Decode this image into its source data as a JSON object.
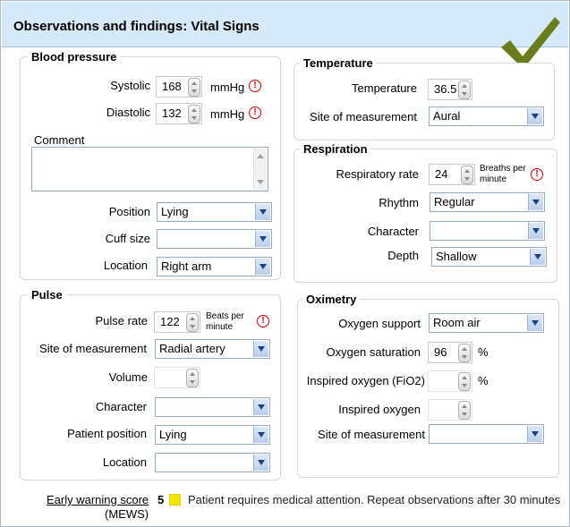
{
  "header": {
    "title": "Observations and findings: Vital Signs",
    "status_icon": "checkmark-icon",
    "accent": "#6a7d1d"
  },
  "blood_pressure": {
    "legend": "Blood pressure",
    "systolic_label": "Systolic",
    "systolic_value": "168",
    "systolic_unit": "mmHg",
    "diastolic_label": "Diastolic",
    "diastolic_value": "132",
    "diastolic_unit": "mmHg",
    "comment_label": "Comment",
    "comment_value": "",
    "position_label": "Position",
    "position_value": "Lying",
    "cuff_label": "Cuff size",
    "cuff_value": "",
    "location_label": "Location",
    "location_value": "Right arm"
  },
  "pulse": {
    "legend": "Pulse",
    "rate_label": "Pulse rate",
    "rate_value": "122",
    "rate_unit_1": "Beats per",
    "rate_unit_2": "minute",
    "site_label": "Site of measurement",
    "site_value": "Radial artery",
    "volume_label": "Volume",
    "volume_value": "",
    "character_label": "Character",
    "character_value": "",
    "position_label": "Patient position",
    "position_value": "Lying",
    "location_label": "Location",
    "location_value": ""
  },
  "temperature": {
    "legend": "Temperature",
    "temp_label": "Temperature",
    "temp_value": "36.5",
    "site_label": "Site of measurement",
    "site_value": "Aural"
  },
  "respiration": {
    "legend": "Respiration",
    "rate_label": "Respiratory rate",
    "rate_value": "24",
    "rate_unit_1": "Breaths per",
    "rate_unit_2": "minute",
    "rhythm_label": "Rhythm",
    "rhythm_value": "Regular",
    "character_label": "Character",
    "character_value": "",
    "depth_label": "Depth",
    "depth_value": "Shallow"
  },
  "oximetry": {
    "legend": "Oximetry",
    "support_label": "Oxygen support",
    "support_value": "Room air",
    "saturation_label": "Oxygen saturation",
    "saturation_value": "96",
    "saturation_unit": "%",
    "fio2_label": "Inspired oxygen (FiO2)",
    "fio2_value": "",
    "fio2_unit": "%",
    "inspired_label": "Inspired oxygen",
    "inspired_value": "",
    "site_label": "Site of measurement",
    "site_value": ""
  },
  "mews": {
    "label": "Early warning score",
    "sublabel": "(MEWS)",
    "score": "5",
    "indicator_color": "#f5e600",
    "message": "Patient requires medical attention.  Repeat observations after 30 minutes"
  },
  "warning_glyph": "!"
}
